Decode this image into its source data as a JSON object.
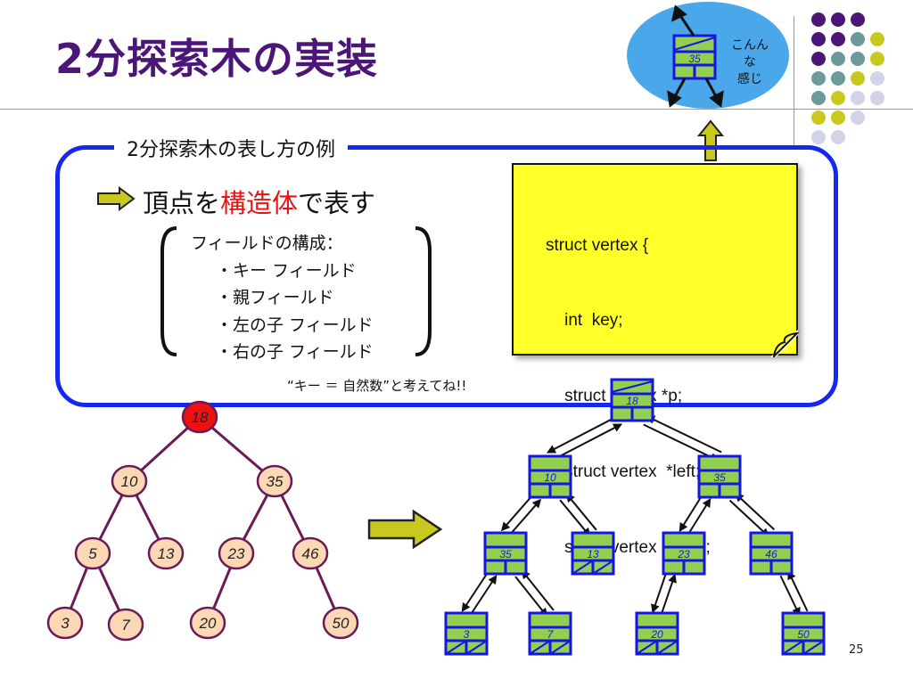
{
  "slide": {
    "title": "2分探索木の実装",
    "page_number": "25"
  },
  "panel": {
    "label": "2分探索木の表し方の例",
    "heading_pre": "頂点を",
    "heading_highlight": "構造体",
    "heading_post": "で表す",
    "fields_title": "フィールドの構成：",
    "fields": [
      "・キー フィールド",
      "・親フィールド",
      "・左の子 フィールド",
      "・右の子 フィールド"
    ],
    "note": "“キー ＝ 自然数”と考えてね!!"
  },
  "code": {
    "lines": [
      "struct vertex {",
      "    int  key;",
      "    struct vertex *p;",
      "    struct vertex  *left;",
      "    struct vertex  *right;",
      "};"
    ]
  },
  "bubble": {
    "line1": "こんんな",
    "line2": "感じ",
    "vertex_key": "35"
  },
  "colors": {
    "title": "#4b1678",
    "frame_border": "#1428ee",
    "highlight_text": "#ee1111",
    "note_fill": "#ffff2a",
    "tree_node_fill": "#fcd9b4",
    "tree_node_edge": "#6b1a58",
    "root_fill": "#ee1111",
    "struct_fill": "#92d050",
    "struct_border": "#1515e6",
    "arrow_fill": "#c8c81e",
    "bubble_fill": "#4aa8ea",
    "dot_purple": "#4b1678",
    "dot_teal": "#6a9a9a",
    "dot_yellow": "#c8c81e",
    "dot_lavender": "#d3d3e8"
  },
  "left_tree": {
    "nodes": [
      "18",
      "10",
      "35",
      "5",
      "13",
      "23",
      "46",
      "3",
      "7",
      "20",
      "50"
    ],
    "edges": [
      [
        "18",
        "10"
      ],
      [
        "18",
        "35"
      ],
      [
        "10",
        "5"
      ],
      [
        "10",
        "13"
      ],
      [
        "35",
        "23"
      ],
      [
        "35",
        "46"
      ],
      [
        "5",
        "3"
      ],
      [
        "5",
        "7"
      ],
      [
        "23",
        "20"
      ],
      [
        "46",
        "50"
      ]
    ]
  },
  "right_tree": {
    "nodes": [
      "18",
      "10",
      "35",
      "35",
      "13",
      "23",
      "46",
      "3",
      "7",
      "20",
      "50"
    ]
  },
  "icons": {
    "heading_arrow": "right-arrow-icon",
    "big_arrow": "right-arrow-icon",
    "up_arrow": "up-arrow-icon",
    "brackets": "parenthesis-icon"
  }
}
